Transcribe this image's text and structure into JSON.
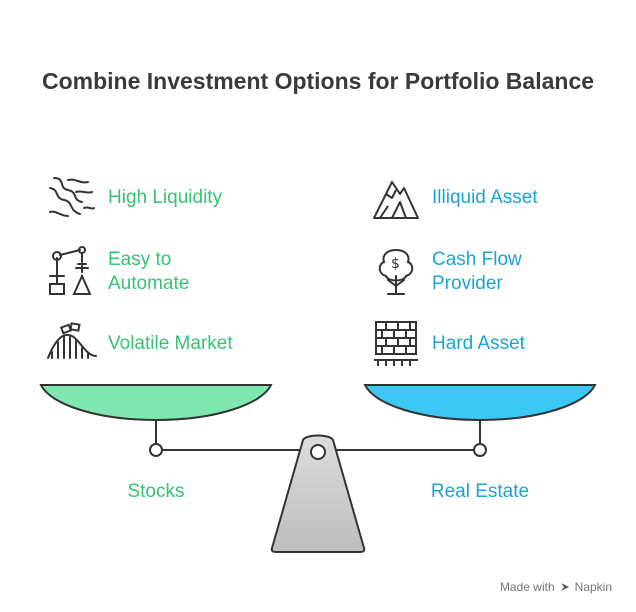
{
  "title": "Combine Investment Options for Portfolio Balance",
  "left": {
    "caption": "Stocks",
    "color": "#35c374",
    "pan_color": "#7ee8b0",
    "items": [
      {
        "icon": "river-icon",
        "label": "High Liquidity"
      },
      {
        "icon": "robot-arm-icon",
        "label": "Easy to Automate"
      },
      {
        "icon": "roller-coaster-icon",
        "label": "Volatile Market"
      }
    ]
  },
  "right": {
    "caption": "Real Estate",
    "color": "#1ba3d6",
    "pan_color": "#3cc8f5",
    "items": [
      {
        "icon": "mountain-icon",
        "label": "Illiquid Asset"
      },
      {
        "icon": "money-tree-icon",
        "label": "Cash Flow Provider"
      },
      {
        "icon": "brick-wall-icon",
        "label": "Hard Asset"
      }
    ]
  },
  "footer": {
    "made_with": "Made with",
    "brand": "Napkin"
  }
}
